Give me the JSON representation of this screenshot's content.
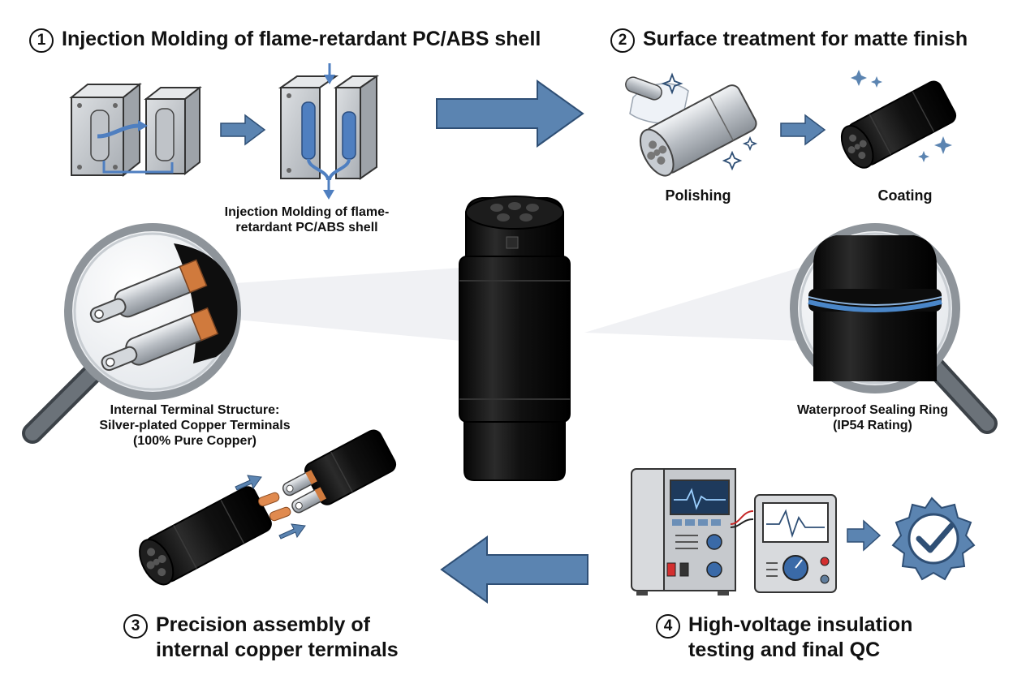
{
  "steps": [
    {
      "num": "1",
      "title": "Injection Molding of flame-retardant PC/ABS shell"
    },
    {
      "num": "2",
      "title": "Surface treatment for matte finish"
    },
    {
      "num": "3",
      "title_line1": "Precision assembly of",
      "title_line2": "internal copper terminals"
    },
    {
      "num": "4",
      "title_line1": "High-voltage insulation",
      "title_line2": "testing and final QC"
    }
  ],
  "labels": {
    "mold_caption_line1": "Injection Molding of flame-",
    "mold_caption_line2": "retardant PC/ABS shell",
    "polishing": "Polishing",
    "coating": "Coating",
    "terminal_line1": "Internal Terminal Structure:",
    "terminal_line2": "Silver-plated Copper Terminals",
    "terminal_line3": "(100% Pure Copper)",
    "seal_line1": "Waterproof Sealing Ring",
    "seal_line2": "(IP54 Rating)"
  },
  "colors": {
    "arrow_blue": "#5b84b1",
    "arrow_outline": "#2f4f75",
    "mold_gray": "#c9ccd0",
    "plastic_blue": "#4f7fc0",
    "connector_black": "#141414",
    "copper": "#d07a3d",
    "seal_blue": "#4a86c8"
  },
  "icons": [
    "mold-icon",
    "polishing-icon",
    "coated-connector-icon",
    "magnifier-icon",
    "tester-icon",
    "oscilloscope-icon",
    "check-badge-icon"
  ]
}
